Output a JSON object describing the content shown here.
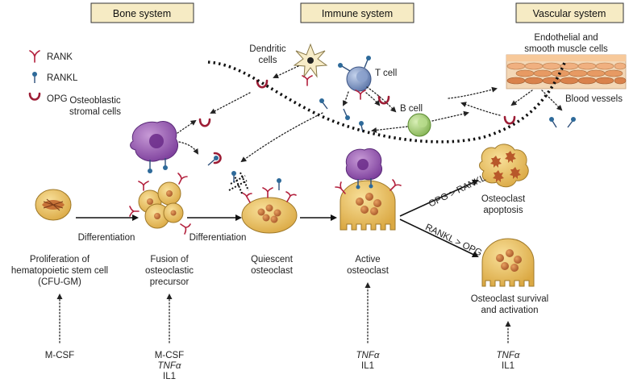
{
  "headers": {
    "bone": "Bone system",
    "immune": "Immune system",
    "vascular": "Vascular system"
  },
  "legend": {
    "rank": "RANK",
    "rankl": "RANKL",
    "opg": "OPG"
  },
  "cells": {
    "dendritic_1": "Dendritic",
    "dendritic_2": "cells",
    "tcell": "T cell",
    "bcell": "B cell",
    "endothelial_1": "Endothelial and",
    "endothelial_2": "smooth muscle cells",
    "blood_vessels": "Blood vessels",
    "osteoblastic_1": "Osteoblastic",
    "osteoblastic_2": "stromal cells",
    "apoptosis_1": "Osteoclast",
    "apoptosis_2": "apoptosis"
  },
  "flow": {
    "differentiation_1": "Differentiation",
    "differentiation_2": "Differentiation",
    "opg_gt_rankl": "OPG > RANKL",
    "rankl_gt_opg": "RANKL > OPG"
  },
  "stages": {
    "prolif_1": "Proliferation of",
    "prolif_2": "hematopoietic stem cell",
    "prolif_3": "(CFU-GM)",
    "fusion_1": "Fusion of",
    "fusion_2": "osteoclastic",
    "fusion_3": "precursor",
    "quiescent_1": "Quiescent",
    "quiescent_2": "osteoclast",
    "active_1": "Active",
    "active_2": "osteoclast",
    "survival_1": "Osteoclast survival",
    "survival_2": "and activation"
  },
  "factors": {
    "f1": "M-CSF",
    "f2_1": "M-CSF",
    "f2_2": "TNFα",
    "f2_3": "IL1",
    "f3_1": "TNFα",
    "f3_2": "IL1",
    "f4_1": "TNFα",
    "f4_2": "IL1"
  },
  "colors": {
    "header_fill": "#f6ebc4",
    "rank": "#b3213e",
    "rankl": "#2e6a9a",
    "opg": "#9c1d35",
    "osteoclast": "#edc86a",
    "stromal": "#9a5ab3",
    "tcell": "#6f87b8",
    "bcell": "#9cc86a"
  },
  "icons": {
    "rank": "rank-receptor-icon",
    "rankl": "rankl-ligand-icon",
    "opg": "opg-decoy-icon"
  }
}
